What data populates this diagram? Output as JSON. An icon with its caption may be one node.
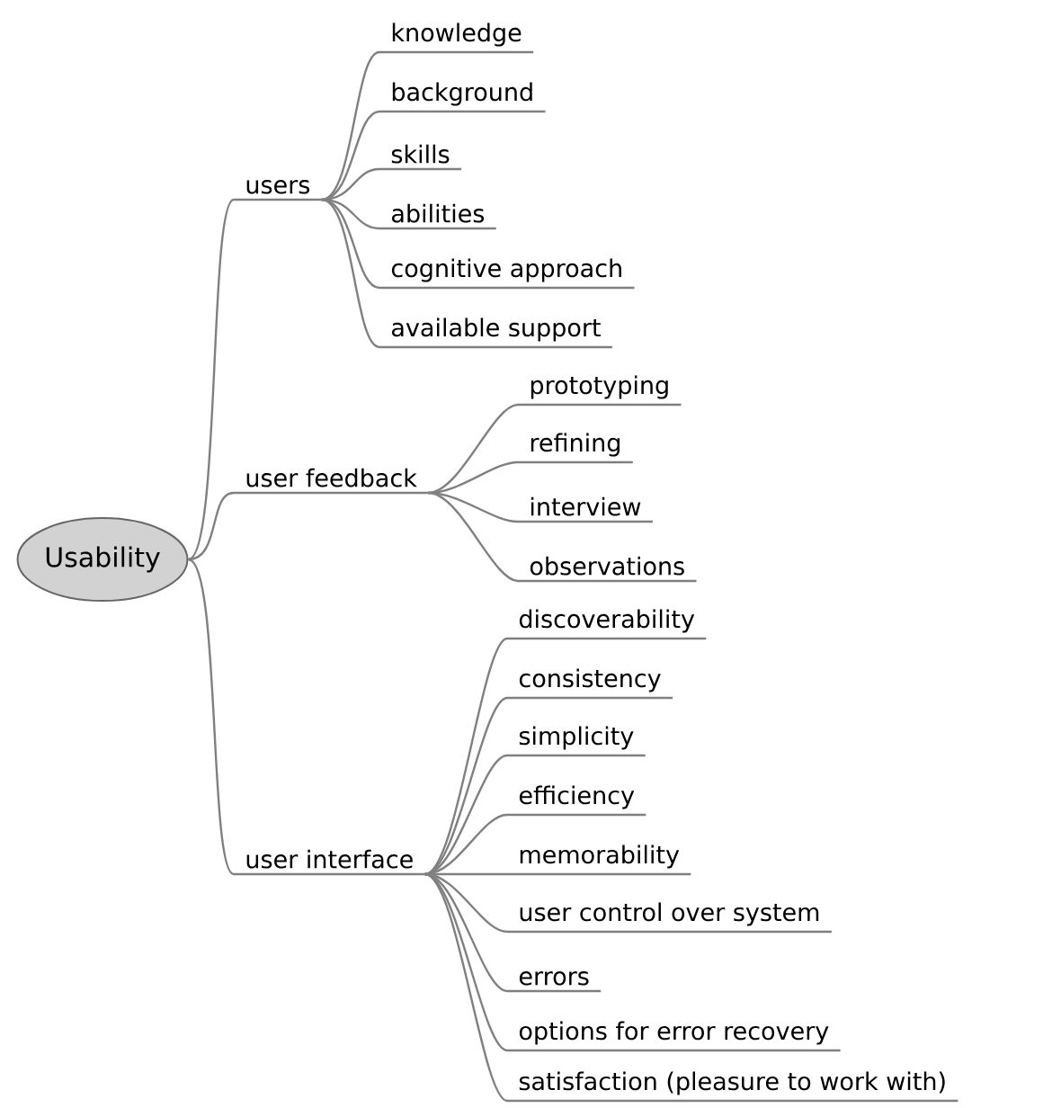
{
  "diagram": {
    "nodes": [
      {
        "text": [
          "Usability"
        ]
      },
      {
        "text": [
          "users"
        ]
      },
      {
        "text": [
          "knowledge"
        ]
      },
      {
        "text": [
          "background"
        ]
      },
      {
        "text": [
          "skills"
        ]
      },
      {
        "text": [
          "abilities"
        ]
      },
      {
        "text": [
          "cognitive approach"
        ]
      },
      {
        "text": [
          "available support"
        ]
      },
      {
        "text": [
          "user feedback"
        ]
      },
      {
        "text": [
          "prototyping"
        ]
      },
      {
        "text": [
          "refining"
        ]
      },
      {
        "text": [
          "interview"
        ]
      },
      {
        "text": [
          "observations"
        ]
      },
      {
        "text": [
          "user interface"
        ]
      },
      {
        "text": [
          "discoverability"
        ]
      },
      {
        "text": [
          "consistency"
        ]
      },
      {
        "text": [
          "simplicity"
        ]
      },
      {
        "text": [
          "efficiency"
        ]
      },
      {
        "text": [
          "memorability"
        ]
      },
      {
        "text": [
          "user control over system"
        ]
      },
      {
        "text": [
          "errors"
        ]
      },
      {
        "text": [
          "options for error recovery"
        ]
      },
      {
        "text": [
          "satisfaction (pleasure to work with)"
        ]
      }
    ],
    "edges": [
      {
        "from": 0,
        "to": 1,
        "arrow": "none"
      },
      {
        "from": 1,
        "to": 2,
        "arrow": "none"
      },
      {
        "from": 1,
        "to": 3,
        "arrow": "none"
      },
      {
        "from": 1,
        "to": 4,
        "arrow": "none"
      },
      {
        "from": 1,
        "to": 5,
        "arrow": "none"
      },
      {
        "from": 1,
        "to": 6,
        "arrow": "none"
      },
      {
        "from": 1,
        "to": 7,
        "arrow": "none"
      },
      {
        "from": 0,
        "to": 8,
        "arrow": "none"
      },
      {
        "from": 8,
        "to": 9,
        "arrow": "none"
      },
      {
        "from": 8,
        "to": 10,
        "arrow": "none"
      },
      {
        "from": 8,
        "to": 11,
        "arrow": "none"
      },
      {
        "from": 8,
        "to": 12,
        "arrow": "none"
      },
      {
        "from": 0,
        "to": 13,
        "arrow": "none"
      },
      {
        "from": 13,
        "to": 14,
        "arrow": "none"
      },
      {
        "from": 13,
        "to": 15,
        "arrow": "none"
      },
      {
        "from": 13,
        "to": 16,
        "arrow": "none"
      },
      {
        "from": 13,
        "to": 17,
        "arrow": "none"
      },
      {
        "from": 13,
        "to": 18,
        "arrow": "none"
      },
      {
        "from": 13,
        "to": 19,
        "arrow": "none"
      },
      {
        "from": 13,
        "to": 20,
        "arrow": "none"
      },
      {
        "from": 13,
        "to": 21,
        "arrow": "none"
      },
      {
        "from": 13,
        "to": 22,
        "arrow": "none"
      }
    ]
  }
}
